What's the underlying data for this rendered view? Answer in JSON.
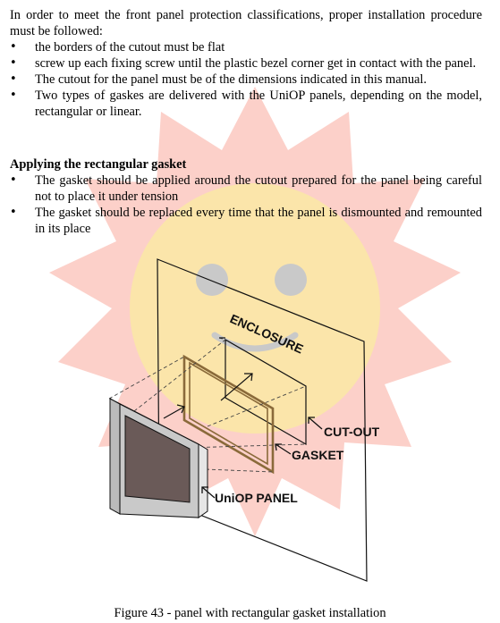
{
  "intro": "In order to meet the front panel protection classifications, proper installation procedure must be followed:",
  "bullets": [
    "the borders of the cutout must be flat",
    "screw up each fixing screw until the plastic bezel corner get in contact with the panel.",
    "The cutout for the panel must be of the dimensions indicated in this manual.",
    "Two types of gaskes are delivered with the UniOP panels, depending on the model, rectangular or linear."
  ],
  "section": {
    "heading": "Applying the rectangular gasket",
    "bullets": [
      "The gasket should be applied around the cutout prepared for the panel being careful not to place it under tension",
      "The gasket should be replaced every time that the panel is dismounted and remounted in its place"
    ]
  },
  "figure": {
    "labels": {
      "enclosure": "ENCLOSURE",
      "cutout": "CUT-OUT",
      "gasket": "GASKET",
      "panel": "UniOP PANEL"
    },
    "caption": "Figure 43 - panel with rectangular gasket installation"
  },
  "colors": {
    "watermark_face": "#fbe7a6",
    "watermark_rays": "#fbc8c0",
    "watermark_eyes": "#c9c9c9",
    "gasket": "#8a6a3a"
  }
}
